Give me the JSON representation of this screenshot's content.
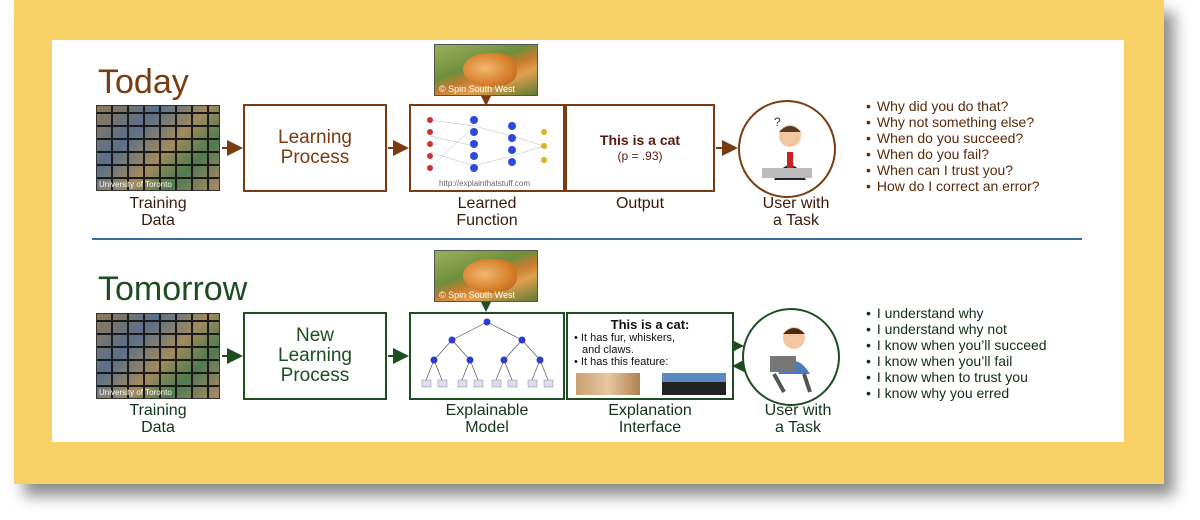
{
  "today": {
    "heading": "Today",
    "thumb_label": "University of Toronto",
    "training_caption": [
      "Training",
      "Data"
    ],
    "process_lines": [
      "Learning",
      "Process"
    ],
    "cat_watermark": "© Spin South West",
    "nn_url": "http://explainthatstuff.com",
    "nn_caption": [
      "Learned",
      "Function"
    ],
    "output_title": "This is a cat",
    "output_prob": "(p = .93)",
    "output_caption": "Output",
    "user_caption": [
      "User with",
      "a Task"
    ],
    "questions": [
      "Why did you do that?",
      "Why not something else?",
      "When do you succeed?",
      "When do you fail?",
      "When can I trust you?",
      "How do I correct an error?"
    ]
  },
  "tomorrow": {
    "heading": "Tomorrow",
    "thumb_label": "University of Toronto",
    "training_caption": [
      "Training",
      "Data"
    ],
    "process_lines": [
      "New",
      "Learning",
      "Process"
    ],
    "cat_watermark": "© Spin South West",
    "model_caption": [
      "Explainable",
      "Model"
    ],
    "explain_title": "This is a cat:",
    "explain_lines": [
      "It has fur, whiskers,",
      "and claws.",
      "It has this feature:"
    ],
    "interface_caption": [
      "Explanation",
      "Interface"
    ],
    "user_caption": [
      "User with",
      "a Task"
    ],
    "statements": [
      "I understand why",
      "I understand why not",
      "I know when you’ll succeed",
      "I know when you’ll fail",
      "I know when to trust you",
      "I know why you erred"
    ]
  },
  "colors": {
    "frame": "#f7d166",
    "today": "#7a3b10",
    "tomorrow": "#1e4d22",
    "divider": "#3a6aa0"
  }
}
